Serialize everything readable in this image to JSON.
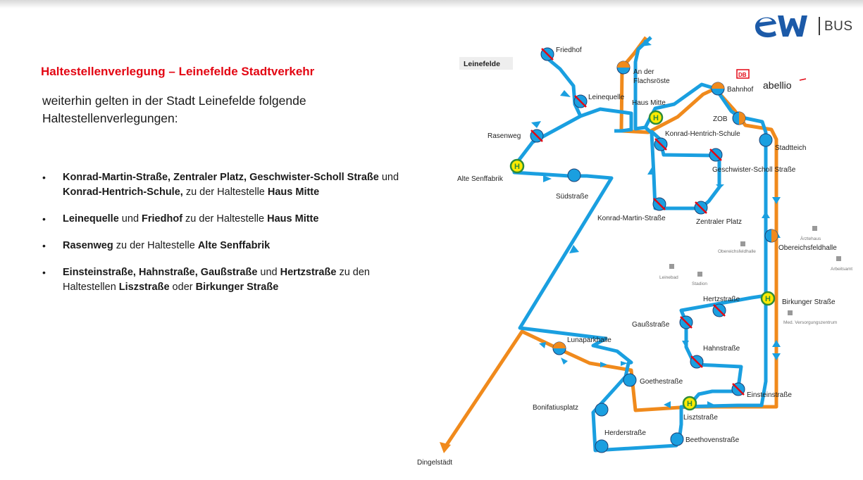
{
  "brand": {
    "logo_text": "ew",
    "bus_label": "BUS",
    "blue": "#1c5aa8"
  },
  "title": "Haltestellenverlegung – Leinefelde Stadtverkehr",
  "intro": "weiterhin gelten in der Stadt Leinefelde folgende Haltestellenverlegungen:",
  "bullets": [
    {
      "parts": [
        {
          "t": "Konrad-Martin-Straße, Zentraler Platz, Geschwister-Scholl Straße",
          "b": true
        },
        {
          "t": " und ",
          "b": false
        },
        {
          "t": "Konrad-Hentrich-Schule,",
          "b": true
        },
        {
          "t": " zu der Haltestelle ",
          "b": false
        },
        {
          "t": "Haus Mitte",
          "b": true
        }
      ]
    },
    {
      "parts": [
        {
          "t": "Leinequelle",
          "b": true
        },
        {
          "t": " und ",
          "b": false
        },
        {
          "t": "Friedhof",
          "b": true
        },
        {
          "t": " zu der Haltestelle ",
          "b": false
        },
        {
          "t": "Haus Mitte",
          "b": true
        }
      ]
    },
    {
      "parts": [
        {
          "t": "Rasenweg",
          "b": true
        },
        {
          "t": " zu der Haltestelle ",
          "b": false
        },
        {
          "t": "Alte Senffabrik",
          "b": true
        }
      ]
    },
    {
      "parts": [
        {
          "t": "Einsteinstraße, Hahnstraße, Gaußstraße",
          "b": true
        },
        {
          "t": " und ",
          "b": false
        },
        {
          "t": "Hertzstraße",
          "b": true
        },
        {
          "t": " zu den Haltestellen ",
          "b": false
        },
        {
          "t": "Liszstraße",
          "b": true
        },
        {
          "t": " oder ",
          "b": false
        },
        {
          "t": "Birkunger Straße",
          "b": true
        }
      ]
    }
  ],
  "map": {
    "colors": {
      "blue_route": "#1a9fe0",
      "orange_route": "#f08a1c",
      "stop_fill": "#1a9fe0",
      "stop_border": "#1c3f73",
      "cancel_line": "#e30613",
      "hub_fill": "#ffeb00",
      "hub_ring": "#2e8b3a",
      "facility": "#999999"
    },
    "area_label": "Leinefelde",
    "db_label": "DB",
    "operator_label": "abellio",
    "hub_symbol": "H",
    "stops": {
      "friedhof": "Friedhof",
      "an_der_flachsroeste": [
        "An der",
        "Flachsröste"
      ],
      "bahnhof": "Bahnhof",
      "leinequelle": "Leinequelle",
      "haus_mitte": "Haus Mitte",
      "zob": "ZOB",
      "rasenweg": "Rasenweg",
      "konrad_hentrich": "Konrad-Hentrich-Schule",
      "stadtteich": "Stadtteich",
      "geschwister": "Geschwister-Scholl Straße",
      "alte_senffabrik": "Alte Senffabrik",
      "suedstrasse": "Südstraße",
      "konrad_martin": "Konrad-Martin-Straße",
      "zentraler_platz": "Zentraler Platz",
      "obereichsfeldhalle": "Obereichsfeldhalle",
      "hertzstrasse": "Hertzstraße",
      "birkunger": "Birkunger Straße",
      "gaussstrasse": "Gaußstraße",
      "hahnstrasse": "Hahnstraße",
      "lunaparkhalle": "Lunaparkhalle",
      "goethestrasse": "Goethestraße",
      "einsteinstrasse": "Einsteinstraße",
      "bonifatiusplatz": "Bonifatiusplatz",
      "lisztstrasse": "Lisztstraße",
      "herderstrasse": "Herderstraße",
      "beethovenstrasse": "Beethovenstraße",
      "dingelstaedt": "Dingelstädt"
    },
    "facilities": {
      "aerztehaus": "Ärztehaus",
      "obereichsfeldhalle_small": "Obereichsfeldhalle",
      "arbeitsamt": "Arbeitsamt",
      "leinebad": "Leinebad",
      "stadion": "Stadion",
      "med_versorgung": "Med. Versorgungszentrum"
    }
  }
}
